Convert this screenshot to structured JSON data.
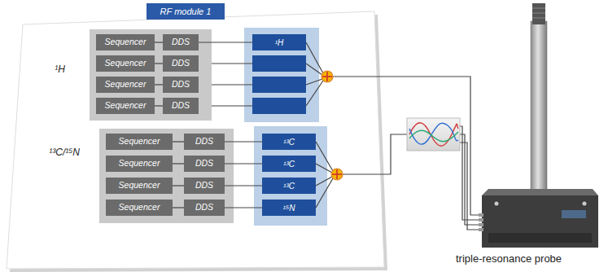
{
  "diagram": {
    "nodes": [
      {
        "text": [
          "RF module 1"
        ]
      },
      {
        "text": [
          "¹H"
        ]
      },
      {
        "text": [
          "Sequencer"
        ],
        "in": 1
      },
      {
        "text": [
          "DDS"
        ],
        "in": 1
      },
      {
        "text": [
          "Sequencer"
        ],
        "in": 1
      },
      {
        "text": [
          "DDS"
        ],
        "in": 1
      },
      {
        "text": [
          "Sequencer"
        ],
        "in": 1
      },
      {
        "text": [
          "DDS"
        ],
        "in": 1
      },
      {
        "text": [
          "Sequencer"
        ],
        "in": 1
      },
      {
        "text": [
          "DDS"
        ],
        "in": 1
      },
      {
        "text": [
          "¹H"
        ]
      },
      {
        "text": [
          "¹³C/¹⁵N"
        ]
      },
      {
        "text": [
          "Sequencer"
        ],
        "in": 11
      },
      {
        "text": [
          "DDS"
        ],
        "in": 11
      },
      {
        "text": [
          "Sequencer"
        ],
        "in": 11
      },
      {
        "text": [
          "DDS"
        ],
        "in": 11
      },
      {
        "text": [
          "Sequencer"
        ],
        "in": 11
      },
      {
        "text": [
          "DDS"
        ],
        "in": 11
      },
      {
        "text": [
          "Sequencer"
        ],
        "in": 11
      },
      {
        "text": [
          "DDS"
        ],
        "in": 11
      },
      {
        "text": [
          "¹³C"
        ]
      },
      {
        "text": [
          "¹³C"
        ]
      },
      {
        "text": [
          "¹³C"
        ]
      },
      {
        "text": [
          "¹⁵N"
        ]
      }
    ],
    "edges": [
      {
        "from": 2,
        "to": 3,
        "arrow": "none"
      },
      {
        "from": 4,
        "to": 5,
        "arrow": "none"
      },
      {
        "from": 6,
        "to": 7,
        "arrow": "none"
      },
      {
        "from": 8,
        "to": 9,
        "arrow": "none"
      },
      {
        "from": 3,
        "to": 10,
        "arrow": "none"
      },
      {
        "from": 12,
        "to": 13,
        "arrow": "none"
      },
      {
        "from": 14,
        "to": 15,
        "arrow": "none"
      },
      {
        "from": 16,
        "to": 17,
        "arrow": "none"
      },
      {
        "from": 18,
        "to": 19,
        "arrow": "none"
      },
      {
        "from": 13,
        "to": 20,
        "arrow": "none"
      },
      {
        "from": 15,
        "to": 21,
        "arrow": "none"
      },
      {
        "from": 17,
        "to": 22,
        "arrow": "none"
      },
      {
        "from": 19,
        "to": 23,
        "arrow": "none"
      }
    ],
    "labels": [
      "triple-resonance probe"
    ]
  }
}
